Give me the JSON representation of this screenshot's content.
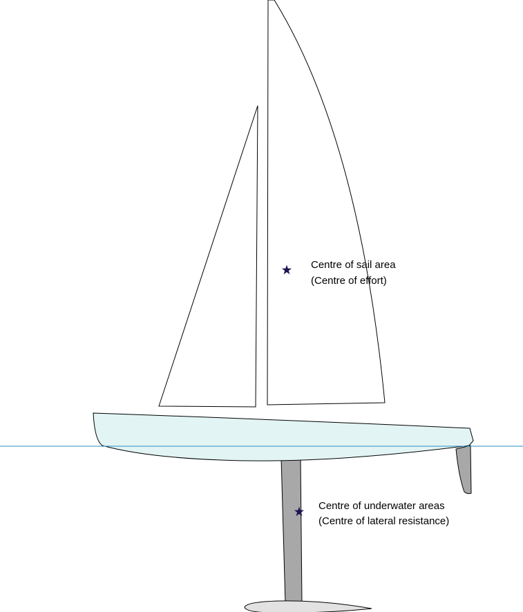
{
  "labels": {
    "sail_centre_line1": "Centre of sail area",
    "sail_centre_line2": "(Centre of effort)",
    "underwater_centre_line1": "Centre of underwater areas",
    "underwater_centre_line2": "(Centre of lateral resistance)"
  },
  "icons": {
    "centre_of_effort_marker": "star-icon",
    "centre_of_lateral_resistance_marker": "star-icon"
  },
  "colors": {
    "background": "#ffffff",
    "outline": "#000000",
    "hull_fill": "#e2f4f4",
    "keel_fill": "#a8a8a8",
    "bulb_fill": "#e2e2e2",
    "waterline": "#2a8ec0",
    "marker": "#1d1452"
  }
}
